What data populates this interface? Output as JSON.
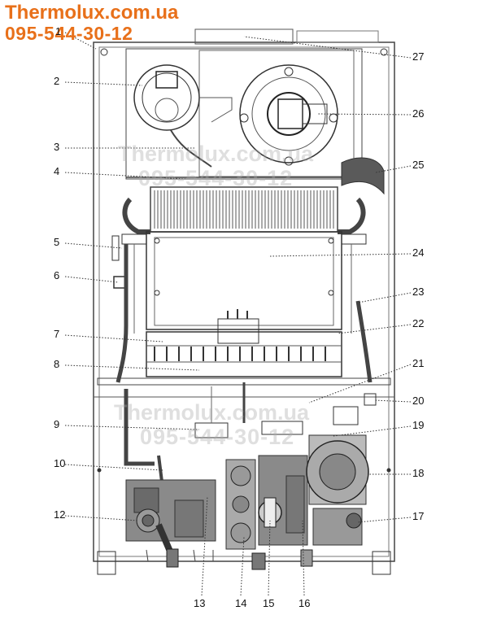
{
  "brand": {
    "site": "Thermolux.com.ua",
    "phone": "095-544-30-12",
    "color": "#e8701a"
  },
  "watermarks": [
    {
      "site": "Thermolux.com.ua",
      "phone": "095-544-30-12"
    },
    {
      "site": "Thermolux.com.ua",
      "phone": "095-544-30-12"
    }
  ],
  "callouts": {
    "left": [
      "1",
      "2",
      "3",
      "4",
      "5",
      "6",
      "7",
      "8",
      "9",
      "10",
      "12"
    ],
    "right": [
      "27",
      "26",
      "25",
      "24",
      "23",
      "22",
      "21",
      "20",
      "19",
      "18",
      "17"
    ],
    "bottom": [
      "13",
      "14",
      "15",
      "16"
    ]
  }
}
